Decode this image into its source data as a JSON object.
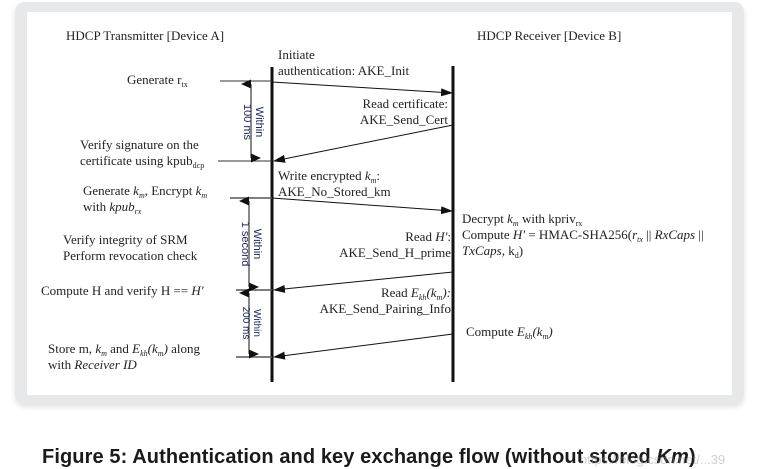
{
  "figure": {
    "transmitter_label": "HDCP Transmitter [Device A]",
    "receiver_label": "HDCP Receiver [Device B]",
    "messages": [
      {
        "label_line1": "Initiate",
        "label_line2": "authentication: AKE_Init",
        "direction": "A->B"
      },
      {
        "label_line1": "Read certificate:",
        "label_line2": "AKE_Send_Cert",
        "direction": "B->A"
      },
      {
        "label_line1_prefix": "Write encrypted ",
        "label_line1_var": "k",
        "label_line1_sub": "m",
        "label_line1_suffix": ":",
        "label_line2": "AKE_No_Stored_km",
        "direction": "A->B"
      },
      {
        "label_line1_prefix": "Read ",
        "label_line1_var": "H'",
        "label_line1_suffix": ":",
        "label_line2": "AKE_Send_H_prime",
        "direction": "B->A"
      },
      {
        "label_line1_prefix": "Read ",
        "label_line1_var": "E",
        "label_line1_sub": "kh",
        "label_line1_paren": "(k",
        "label_line1_sub2": "m",
        "label_line1_suffix": "):",
        "label_line2": "AKE_Send_Pairing_Info",
        "direction": "B->A"
      },
      {
        "label_line1_prefix": "",
        "direction": "B->A"
      }
    ],
    "transmitter_steps": {
      "generate_rtx": {
        "text": "Generate r",
        "sub": "tx"
      },
      "verify_sig": {
        "line1": "Verify signature on the",
        "line2": "certificate using kpub",
        "sub": "dcp"
      },
      "generate_km": {
        "line1_a": "Generate ",
        "var": "k",
        "sub": "m",
        "line1_b": ", Encrypt ",
        "line2_a": "with ",
        "line2_var": "kpub",
        "line2_sub": "rx"
      },
      "verify_srm": {
        "line1": "Verify integrity of SRM",
        "line2": "Perform revocation check"
      },
      "compute_h": {
        "text": "Compute H and verify H == ",
        "var": "H'"
      },
      "store": {
        "line1_a": "Store m, ",
        "line1_b": " and ",
        "line1_c": " along",
        "line2_a": "with ",
        "line2_var": "Receiver ID"
      }
    },
    "receiver_steps": {
      "decrypt": {
        "a": "Decrypt ",
        "var": "k",
        "sub": "m",
        "b": " with kpriv",
        "sub2": "rx"
      },
      "compute_hprime": {
        "a": "Compute ",
        "var": "H'",
        "b": " = HMAC-SHA256(",
        "r": "r",
        "rsub": "tx",
        "c": " || ",
        "rxcaps": "RxCaps",
        "d": " ||",
        "txcaps": "TxCaps",
        "e": ", k",
        "ksub": "d",
        "f": ")"
      },
      "compute_ekh": {
        "a": "Compute ",
        "var": "E",
        "sub": "kh",
        "b": "(k",
        "sub2": "m",
        "c": ")"
      }
    },
    "timing": [
      {
        "line1": "Within",
        "line2": "100 ms"
      },
      {
        "line1": "Within",
        "line2": "1 second"
      },
      {
        "line1": "Within",
        "line2": "200 ms"
      }
    ]
  },
  "caption": {
    "text": "Figure 5: Authentication and key exchange flow (without stored ",
    "italic": "Km",
    "end": ")"
  },
  "watermark": "https://blog.csdn.net/...39"
}
